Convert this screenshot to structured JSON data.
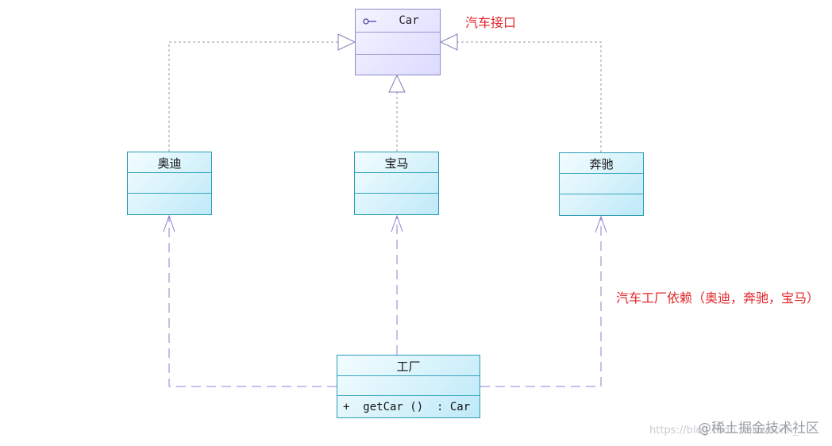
{
  "diagram": {
    "interface": {
      "name": "Car",
      "icon": "interface-lollipop-icon"
    },
    "classes": {
      "audi": {
        "name": "奥迪"
      },
      "bmw": {
        "name": "宝马"
      },
      "benz": {
        "name": "奔驰"
      }
    },
    "factory": {
      "name": "工厂",
      "method": "+  getCar ()  : Car"
    },
    "notes": {
      "interface_note": "汽车接口",
      "factory_note": "汽车工厂依赖（奥迪，奔驰，宝马）"
    },
    "colors": {
      "note_red": "#e0262a",
      "interface_border": "#8c8cc8",
      "class_border": "#2a9bb6",
      "realization_line": "#9a9aa6",
      "dependency_line": "#8c7fd6"
    }
  },
  "watermark": {
    "brand": "@稀土掘金技术社区",
    "url": "https://blog.csdn.net/weixin_"
  }
}
